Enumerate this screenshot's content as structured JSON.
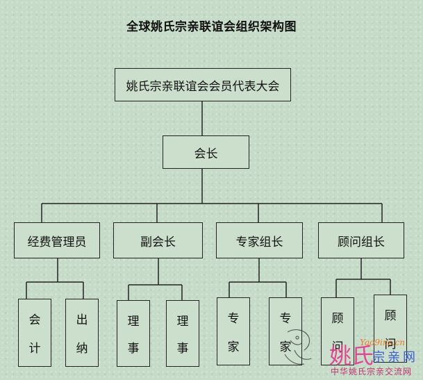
{
  "title": "全球姚氏宗亲联谊会组织架构图",
  "nodes": {
    "assembly": "姚氏宗亲联谊会会员代表大会",
    "president": "会长",
    "treasurer": "经费管理员",
    "vice_president": "副会长",
    "expert_leader": "专家组长",
    "advisor_leader": "顾问组长"
  },
  "leaves": {
    "accountant": [
      "会",
      "计"
    ],
    "cashier": [
      "出",
      "纳"
    ],
    "director_1": [
      "理",
      "事"
    ],
    "director_2": [
      "理",
      "事"
    ],
    "expert_1": [
      "专",
      "家"
    ],
    "expert_2": [
      "专",
      "家"
    ],
    "advisor_1": [
      "顾",
      "问"
    ],
    "advisor_2": [
      "顾",
      "问"
    ]
  },
  "watermark": {
    "logo": "姚氏",
    "net": "宗亲网",
    "url": "Yao9ins.cn",
    "footer": "中华姚氏宗亲交流网"
  },
  "colors": {
    "background": "#c7dcc8",
    "box_border": "#222222",
    "watermark_pink": "#e13a8c",
    "watermark_blue": "#3a5fd0"
  }
}
